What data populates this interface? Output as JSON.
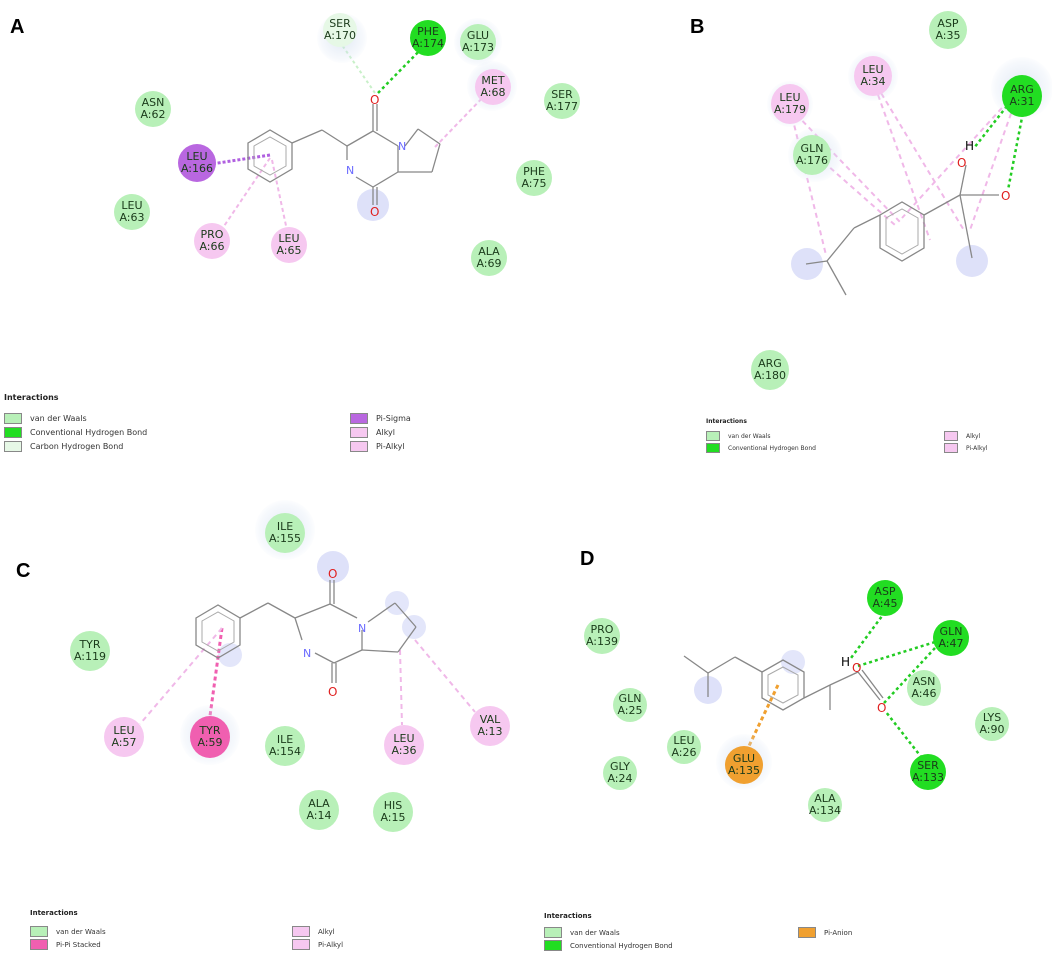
{
  "colors": {
    "vdw": "#b8f0b8",
    "vdw_text": "#1a3a1a",
    "hbond": "#22dd22",
    "ch_bond": "#e6f8e6",
    "pi_sigma": "#b967e0",
    "alkyl": "#f6c8f0",
    "pi_alkyl": "#f6c8f0",
    "pi_pi": "#f05fb0",
    "pi_anion": "#f0a030",
    "bond_line": "#888888",
    "oxygen": "#e02020",
    "nitrogen": "#6a6aff"
  },
  "legend_title": "Interactions",
  "panels": {
    "A": {
      "letter": "A",
      "residues": [
        {
          "id": "ser170",
          "l1": "SER",
          "l2": "A:170",
          "type": "ch_bond"
        },
        {
          "id": "phe174",
          "l1": "PHE",
          "l2": "A:174",
          "type": "hbond"
        },
        {
          "id": "glu173",
          "l1": "GLU",
          "l2": "A:173",
          "type": "vdw"
        },
        {
          "id": "met68",
          "l1": "MET",
          "l2": "A:68",
          "type": "alkyl"
        },
        {
          "id": "asn62",
          "l1": "ASN",
          "l2": "A:62",
          "type": "vdw"
        },
        {
          "id": "ser177",
          "l1": "SER",
          "l2": "A:177",
          "type": "vdw"
        },
        {
          "id": "leu166",
          "l1": "LEU",
          "l2": "A:166",
          "type": "pi_sigma"
        },
        {
          "id": "phe75",
          "l1": "PHE",
          "l2": "A:75",
          "type": "vdw"
        },
        {
          "id": "leu63",
          "l1": "LEU",
          "l2": "A:63",
          "type": "vdw"
        },
        {
          "id": "pro66",
          "l1": "PRO",
          "l2": "A:66",
          "type": "alkyl"
        },
        {
          "id": "leu65",
          "l1": "LEU",
          "l2": "A:65",
          "type": "alkyl"
        },
        {
          "id": "ala69",
          "l1": "ALA",
          "l2": "A:69",
          "type": "vdw"
        }
      ],
      "atoms": [
        {
          "id": "o1",
          "t": "O"
        },
        {
          "id": "o2",
          "t": "O"
        },
        {
          "id": "n1",
          "t": "N"
        },
        {
          "id": "n2",
          "t": "N"
        }
      ],
      "legend": {
        "col1": [
          {
            "label": "van der Waals",
            "type": "vdw"
          },
          {
            "label": "Conventional Hydrogen Bond",
            "type": "hbond"
          },
          {
            "label": "Carbon Hydrogen Bond",
            "type": "ch_bond"
          }
        ],
        "col2": [
          {
            "label": "Pi-Sigma",
            "type": "pi_sigma"
          },
          {
            "label": "Alkyl",
            "type": "alkyl"
          },
          {
            "label": "Pi-Alkyl",
            "type": "pi_alkyl"
          }
        ]
      }
    },
    "B": {
      "letter": "B",
      "residues": [
        {
          "id": "asp35",
          "l1": "ASP",
          "l2": "A:35",
          "type": "vdw"
        },
        {
          "id": "leu179",
          "l1": "LEU",
          "l2": "A:179",
          "type": "alkyl"
        },
        {
          "id": "leu34",
          "l1": "LEU",
          "l2": "A:34",
          "type": "alkyl"
        },
        {
          "id": "arg31",
          "l1": "ARG",
          "l2": "A:31",
          "type": "hbond"
        },
        {
          "id": "gln176",
          "l1": "GLN",
          "l2": "A:176",
          "type": "vdw"
        },
        {
          "id": "arg180",
          "l1": "ARG",
          "l2": "A:180",
          "type": "vdw"
        }
      ],
      "atoms": [
        {
          "id": "h",
          "t": "H"
        },
        {
          "id": "o1",
          "t": "O"
        },
        {
          "id": "o2",
          "t": "O"
        }
      ],
      "legend": {
        "col1": [
          {
            "label": "van der Waals",
            "type": "vdw"
          },
          {
            "label": "Conventional Hydrogen Bond",
            "type": "hbond"
          }
        ],
        "col2": [
          {
            "label": "Alkyl",
            "type": "alkyl"
          },
          {
            "label": "Pi-Alkyl",
            "type": "pi_alkyl"
          }
        ]
      }
    },
    "C": {
      "letter": "C",
      "residues": [
        {
          "id": "ile155",
          "l1": "ILE",
          "l2": "A:155",
          "type": "vdw"
        },
        {
          "id": "tyr119",
          "l1": "TYR",
          "l2": "A:119",
          "type": "vdw"
        },
        {
          "id": "leu57",
          "l1": "LEU",
          "l2": "A:57",
          "type": "alkyl"
        },
        {
          "id": "tyr59",
          "l1": "TYR",
          "l2": "A:59",
          "type": "pi_pi"
        },
        {
          "id": "ile154",
          "l1": "ILE",
          "l2": "A:154",
          "type": "vdw"
        },
        {
          "id": "leu36",
          "l1": "LEU",
          "l2": "A:36",
          "type": "alkyl"
        },
        {
          "id": "val13",
          "l1": "VAL",
          "l2": "A:13",
          "type": "alkyl"
        },
        {
          "id": "ala14",
          "l1": "ALA",
          "l2": "A:14",
          "type": "vdw"
        },
        {
          "id": "his15",
          "l1": "HIS",
          "l2": "A:15",
          "type": "vdw"
        }
      ],
      "atoms": [
        {
          "id": "o1",
          "t": "O"
        },
        {
          "id": "o2",
          "t": "O"
        },
        {
          "id": "n1",
          "t": "N"
        },
        {
          "id": "n2",
          "t": "N"
        }
      ],
      "legend": {
        "col1": [
          {
            "label": "van der Waals",
            "type": "vdw"
          },
          {
            "label": "Pi-Pi Stacked",
            "type": "pi_pi"
          }
        ],
        "col2": [
          {
            "label": "Alkyl",
            "type": "alkyl"
          },
          {
            "label": "Pi-Alkyl",
            "type": "pi_alkyl"
          }
        ]
      }
    },
    "D": {
      "letter": "D",
      "residues": [
        {
          "id": "asp45",
          "l1": "ASP",
          "l2": "A:45",
          "type": "hbond"
        },
        {
          "id": "pro139",
          "l1": "PRO",
          "l2": "A:139",
          "type": "vdw"
        },
        {
          "id": "gln47",
          "l1": "GLN",
          "l2": "A:47",
          "type": "hbond"
        },
        {
          "id": "asn46",
          "l1": "ASN",
          "l2": "A:46",
          "type": "vdw"
        },
        {
          "id": "gln25",
          "l1": "GLN",
          "l2": "A:25",
          "type": "vdw"
        },
        {
          "id": "leu26",
          "l1": "LEU",
          "l2": "A:26",
          "type": "vdw"
        },
        {
          "id": "lys90",
          "l1": "LYS",
          "l2": "A:90",
          "type": "vdw"
        },
        {
          "id": "gly24",
          "l1": "GLY",
          "l2": "A:24",
          "type": "vdw"
        },
        {
          "id": "glu135",
          "l1": "GLU",
          "l2": "A:135",
          "type": "pi_anion"
        },
        {
          "id": "ser133",
          "l1": "SER",
          "l2": "A:133",
          "type": "hbond"
        },
        {
          "id": "ala134",
          "l1": "ALA",
          "l2": "A:134",
          "type": "vdw"
        }
      ],
      "atoms": [
        {
          "id": "h",
          "t": "H"
        },
        {
          "id": "o1",
          "t": "O"
        },
        {
          "id": "o2",
          "t": "O"
        }
      ],
      "legend": {
        "col1": [
          {
            "label": "van der Waals",
            "type": "vdw"
          },
          {
            "label": "Conventional Hydrogen Bond",
            "type": "hbond"
          }
        ],
        "col2": [
          {
            "label": "Pi-Anion",
            "type": "pi_anion"
          }
        ]
      }
    }
  }
}
